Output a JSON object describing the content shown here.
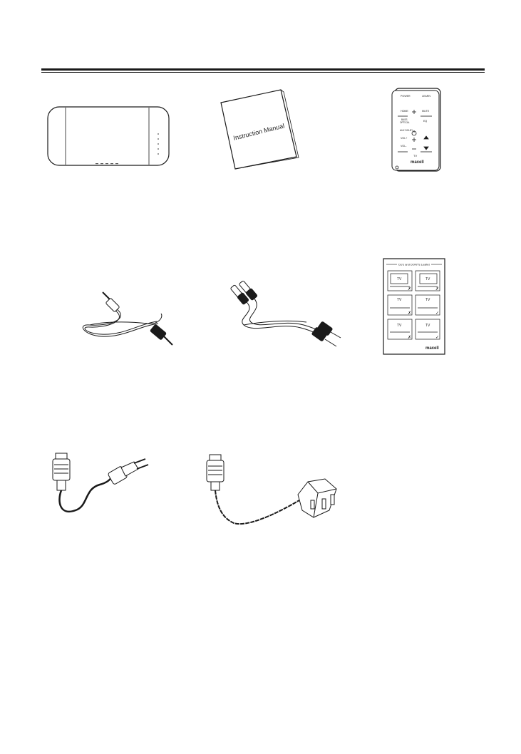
{
  "manual": {
    "label": "Instruction Manual"
  },
  "remote": {
    "brand": "maxell",
    "buttons": {
      "power": "POWER",
      "learn": "LEARN",
      "home": "HOME",
      "mute": "MUTE",
      "bass": "BASS",
      "optical": "OPTICAL",
      "aux_dolby": "AUX DOLBY",
      "eq": "EQ",
      "vol_minus": "VOL-",
      "vol_plus": "VOL+",
      "tv": "TV"
    }
  },
  "leaflet": {
    "title": "Do's and DON'Ts Leaflet",
    "panel_label": "TV",
    "brand": "maxell"
  },
  "colors": {
    "line": "#1a1a1a",
    "background": "#ffffff"
  }
}
